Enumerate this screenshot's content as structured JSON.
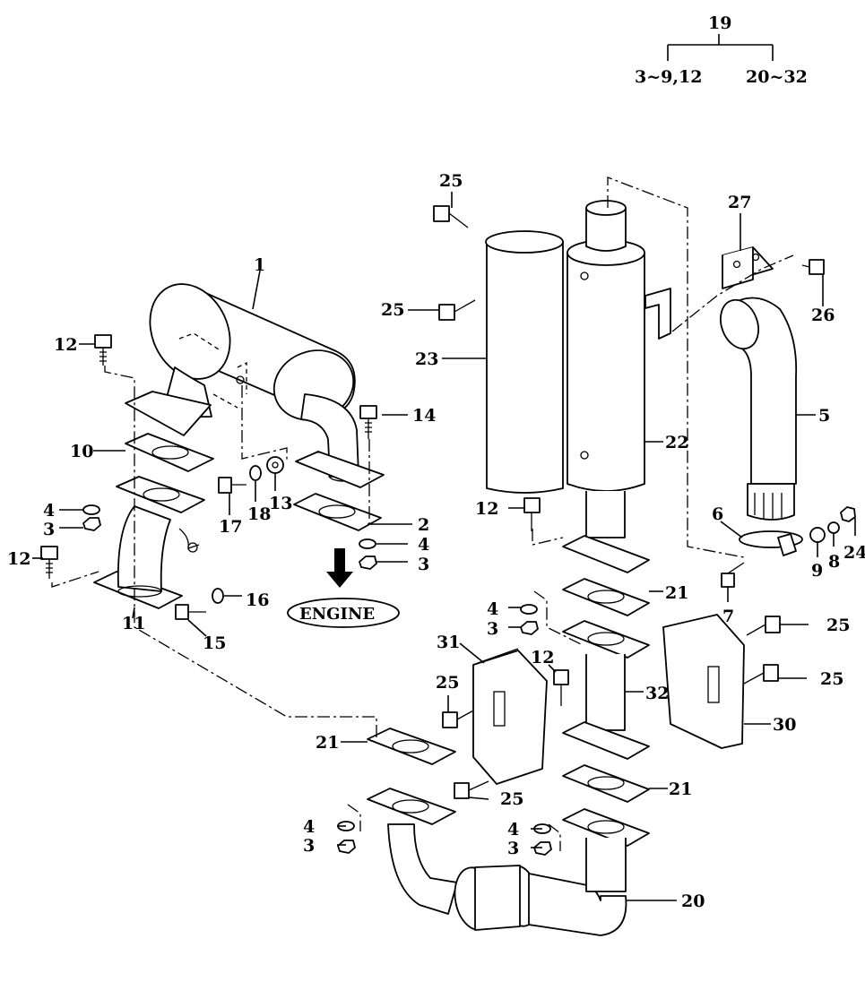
{
  "tree": {
    "root": "19",
    "left": "3~9,12",
    "right": "20~32"
  },
  "engine_label": "ENGINE",
  "parts": {
    "p1": "1",
    "p2": "2",
    "p3a": "3",
    "p3b": "3",
    "p3c": "3",
    "p3d": "3",
    "p3e": "3",
    "p4a": "4",
    "p4b": "4",
    "p4c": "4",
    "p4d": "4",
    "p4e": "4",
    "p5": "5",
    "p6": "6",
    "p7": "7",
    "p8": "8",
    "p9": "9",
    "p10": "10",
    "p11": "11",
    "p12a": "12",
    "p12b": "12",
    "p12c": "12",
    "p12d": "12",
    "p13": "13",
    "p14": "14",
    "p15": "15",
    "p16": "16",
    "p17": "17",
    "p18": "18",
    "p20": "20",
    "p21a": "21",
    "p21b": "21",
    "p21c": "21",
    "p22": "22",
    "p23": "23",
    "p24": "24",
    "p25a": "25",
    "p25b": "25",
    "p25c": "25",
    "p25d": "25",
    "p25e": "25",
    "p25f": "25",
    "p26": "26",
    "p27": "27",
    "p30": "30",
    "p31": "31",
    "p32": "32"
  }
}
